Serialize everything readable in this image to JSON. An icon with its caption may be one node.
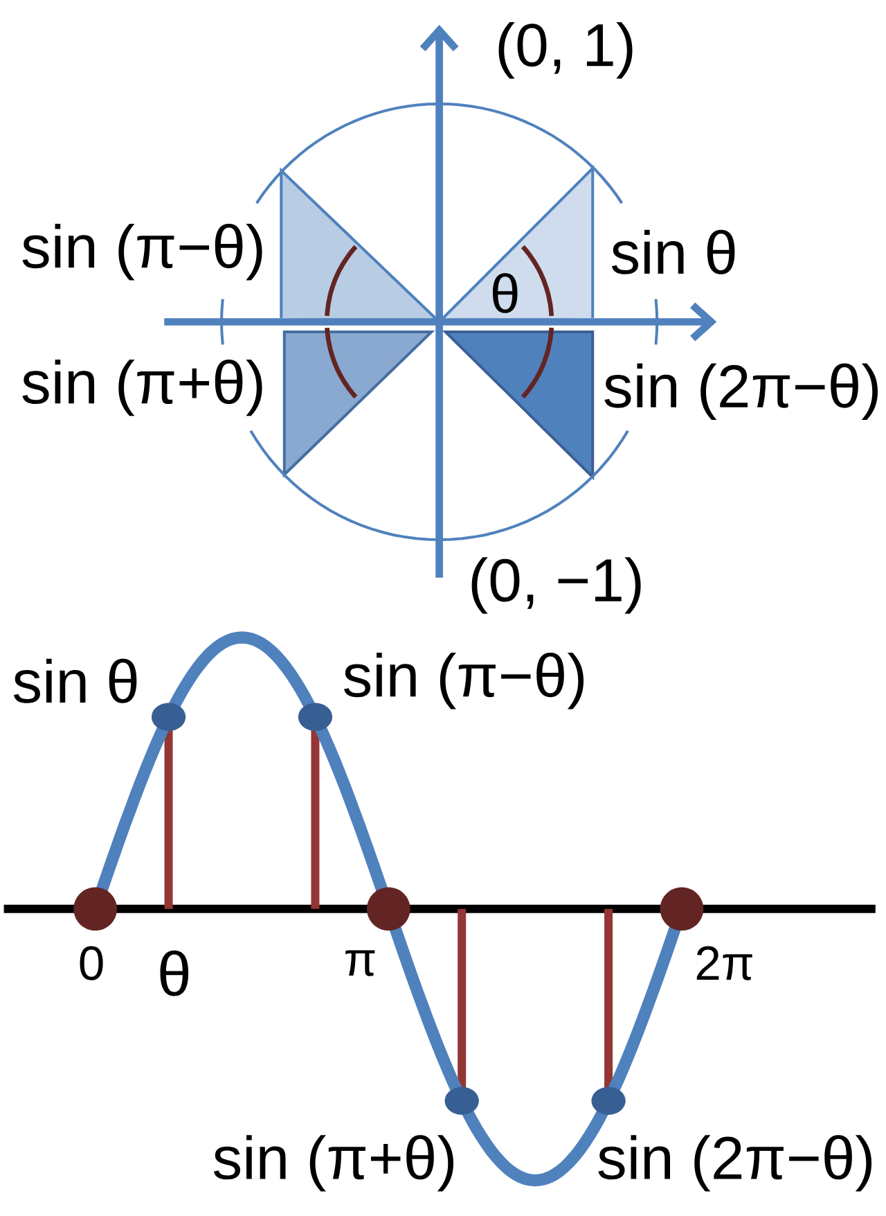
{
  "diagram": {
    "labels": [
      "(0, 1)",
      "sin (π−θ)",
      "sin θ",
      "θ",
      "sin (π+θ)",
      "sin (2π−θ)",
      "(0, −1)",
      "sin θ",
      "sin (π−θ)",
      "0",
      "θ",
      "π",
      "2π",
      "sin (π+θ)",
      "sin (2π−θ)"
    ]
  }
}
